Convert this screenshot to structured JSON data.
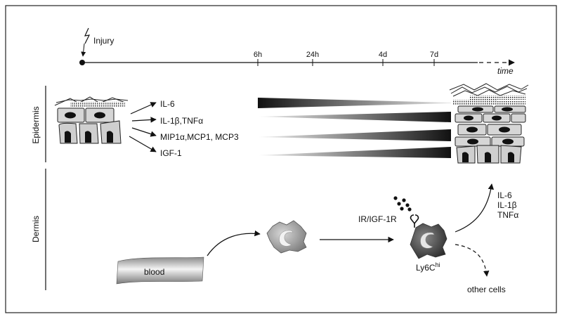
{
  "timeline": {
    "injury_label": "Injury",
    "time_label": "time",
    "ticks": [
      "6h",
      "24h",
      "4d",
      "7d"
    ]
  },
  "regions": {
    "epidermis": "Epidermis",
    "dermis": "Dermis"
  },
  "cytokines": [
    {
      "label": "IL-6",
      "trend": "decreasing"
    },
    {
      "label": "IL-1β,TNFα",
      "trend": "increasing"
    },
    {
      "label": "MIP1α,MCP1, MCP3",
      "trend": "increasing"
    },
    {
      "label": "IGF-1",
      "trend": "increasing"
    }
  ],
  "dermis": {
    "blood_label": "blood",
    "receptor_label": "IR/IGF-1R",
    "macrophage_label": "Ly6C",
    "macrophage_sup": "hi",
    "outputs": [
      "IL-6",
      "IL-1β",
      "TNFα"
    ],
    "other_cells_label": "other cells"
  }
}
